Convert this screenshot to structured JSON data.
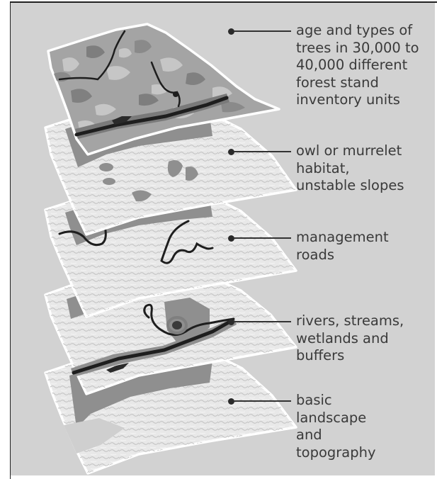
{
  "layers": [
    {
      "id": "forest-stands",
      "label": "age and types of\ntrees in 30,000 to\n40,000 different\nforest stand\ninventory units"
    },
    {
      "id": "habitat",
      "label": "owl or murrelet\nhabitat,\nunstable slopes"
    },
    {
      "id": "roads",
      "label": "management\nroads"
    },
    {
      "id": "hydrology",
      "label": "rivers, streams,\nwetlands and\nbuffers"
    },
    {
      "id": "landscape",
      "label": "basic\nlandscape\nand\ntopography"
    }
  ],
  "colors": {
    "panel": "#d2d2d2",
    "terrain": "#e8e8e8",
    "terrain_shade": "#c7c7c7",
    "overlay": "#8f8f8f",
    "line": "#1e1e1e",
    "outline": "#ffffff"
  }
}
